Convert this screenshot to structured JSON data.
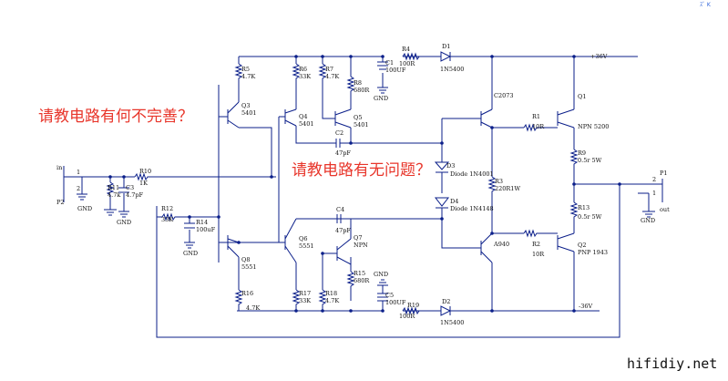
{
  "corner_mark": "ｽﾞ K",
  "watermark": "hifidiy.net",
  "questions": [
    "请教电路有何不完善？",
    "请教电路有无问题？"
  ],
  "rails": {
    "pos": "+36V",
    "neg": "-36V"
  },
  "connectors": {
    "p2_name": "P2",
    "p2_pin": "in",
    "p1_name": "P1",
    "p1_pin": "out",
    "pin1": "1",
    "pin2": "2"
  },
  "gnd": "GND",
  "parts": {
    "R5": "R5",
    "R5v": "4.7K",
    "R6": "R6",
    "R6v": "33K",
    "R7": "R7",
    "R7v": "4.7K",
    "R8": "R8",
    "R8v": "680R",
    "C1": "C1",
    "C1v": "100UF",
    "R4": "R4",
    "R4v": "100R",
    "D1": "D1",
    "D1v": "1N5400",
    "Q3": "Q3",
    "Q3v": "5401",
    "Q4": "Q4",
    "Q4v": "5401",
    "Q5": "Q5",
    "Q5v": "5401",
    "C2": "C2",
    "C2v": "47pF",
    "C2073": "C2073",
    "Q1": "Q1",
    "R1": "R1",
    "R1v": "10R",
    "Q1v": "NPN 5200",
    "R9": "R9",
    "R9v": "0.5r  5W",
    "R10": "R10",
    "R10v": "1K",
    "R11": "R11",
    "R11v": "4.7k",
    "C3": "C3",
    "C3v": "4.7pF",
    "D3": "D3",
    "D3v": "Diode 1N4001",
    "R3": "R3",
    "R3v": "220R1W",
    "D4": "D4",
    "D4v": "Diode 1N4148",
    "R12": "R12",
    "R12v": "33K",
    "R14": "R14",
    "R14v": "100uF",
    "C4": "C4",
    "C4v": "47pF",
    "Q6": "Q6",
    "Q6v": "5551",
    "Q7": "Q7",
    "Q7v": "NPN",
    "A940": "A940",
    "R13": "R13",
    "R13v": "0.5r  5W",
    "R2": "R2",
    "R2v": "10R",
    "Q2": "Q2",
    "Q2v": "PNP 1943",
    "Q8": "Q8",
    "Q8v": "5551",
    "R15": "R15",
    "R15v": "680R",
    "R16": "R16",
    "R16v": "4.7K",
    "R17": "R17",
    "R17v": "33K",
    "R18": "R18",
    "R18v": "4.7K",
    "C5": "C5",
    "C5v": "100UF",
    "R19": "R19",
    "R19v": "100R",
    "D2": "D2",
    "D2v": "1N5400"
  }
}
